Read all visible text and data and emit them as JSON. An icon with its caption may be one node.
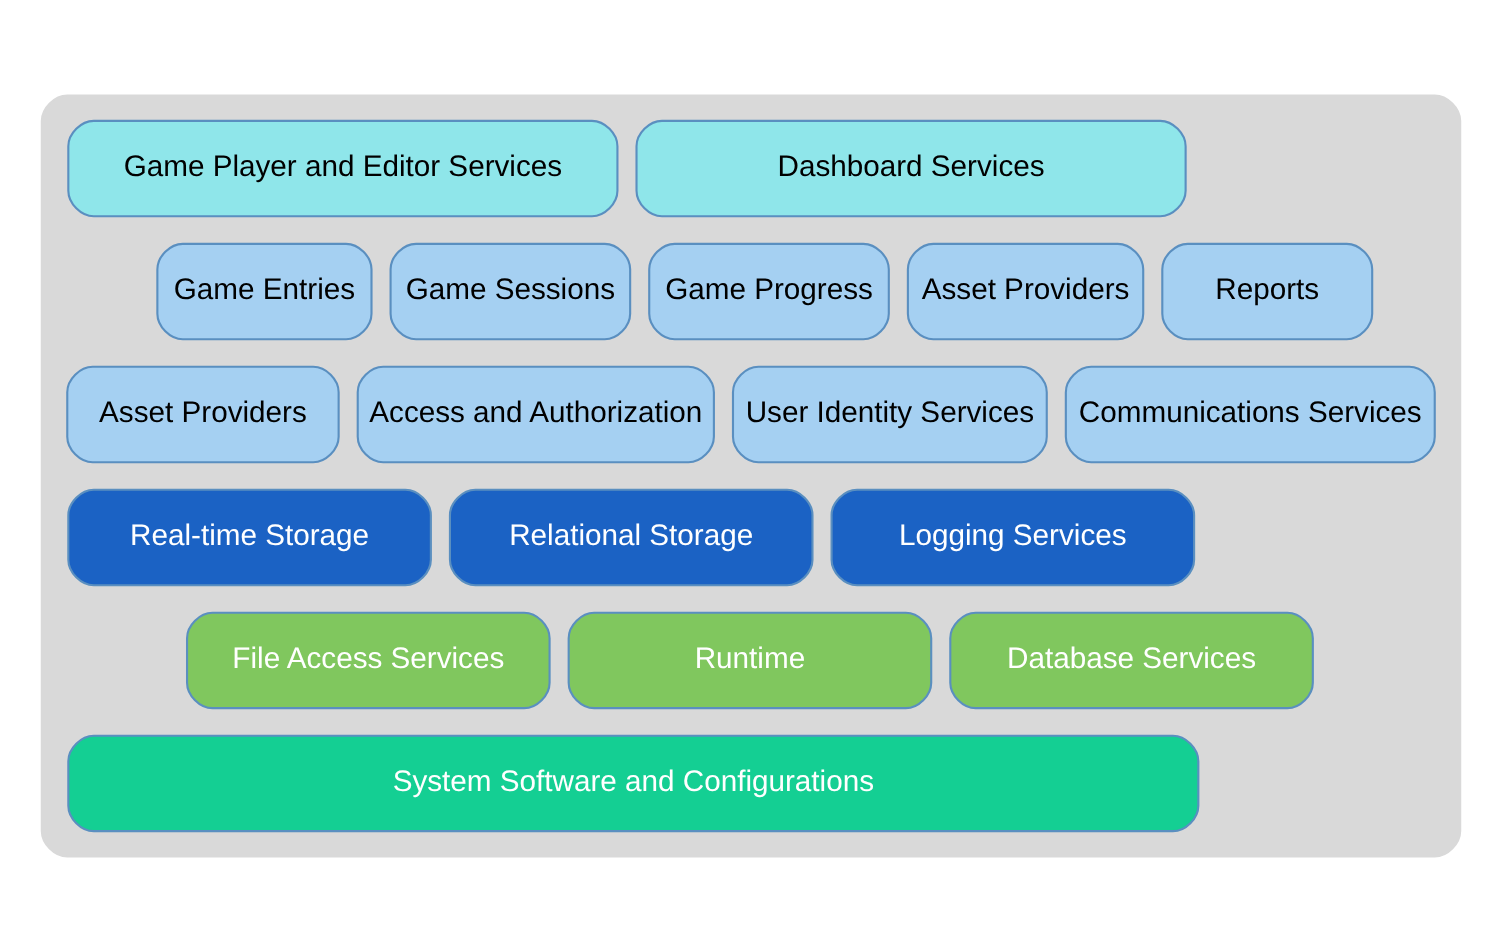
{
  "diagram": {
    "nodes": [
      {
        "text": [],
        "shape": "box"
      },
      {
        "text": [
          "Game Player and Editor Services"
        ],
        "in": 0
      },
      {
        "text": [
          "Dashboard Services"
        ],
        "in": 0
      },
      {
        "text": [
          "Game Entries"
        ],
        "in": 0
      },
      {
        "text": [
          "Game Sessions"
        ],
        "in": 0
      },
      {
        "text": [
          "Game Progress"
        ],
        "in": 0
      },
      {
        "text": [
          "Asset Providers"
        ],
        "in": 0
      },
      {
        "text": [
          "Reports"
        ],
        "in": 0
      },
      {
        "text": [
          "Asset Providers"
        ],
        "in": 0
      },
      {
        "text": [
          "Access and Authorization"
        ],
        "in": 0
      },
      {
        "text": [
          "User Identity Services"
        ],
        "in": 0
      },
      {
        "text": [
          "Communications Services"
        ],
        "in": 0
      },
      {
        "text": [
          "Real-time Storage"
        ],
        "in": 0
      },
      {
        "text": [
          "Relational Storage"
        ],
        "in": 0
      },
      {
        "text": [
          "Logging Services"
        ],
        "in": 0
      },
      {
        "text": [
          "File Access Services"
        ],
        "in": 0
      },
      {
        "text": [
          "Runtime"
        ],
        "in": 0
      },
      {
        "text": [
          "Database Services"
        ],
        "in": 0
      },
      {
        "text": [
          "System Software and Configurations"
        ],
        "in": 0
      }
    ],
    "edges": []
  }
}
